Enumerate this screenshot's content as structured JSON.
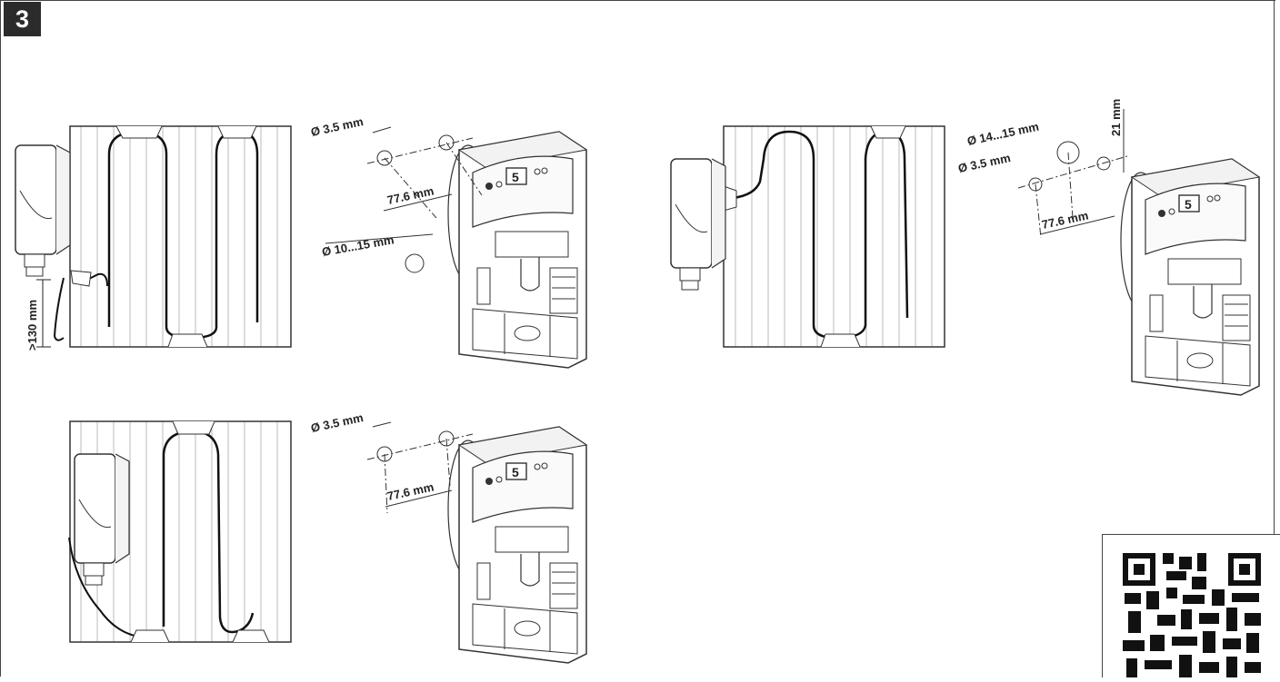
{
  "step": {
    "number": "3"
  },
  "dimensions": {
    "a_hole_small": "Ø 3.5 mm",
    "a_spacing": "77.6 mm",
    "a_hole_large": "Ø 10...15 mm",
    "a_cable_clearance": ">130 mm",
    "b_hole_large": "Ø 14...15 mm",
    "b_hole_small": "Ø 3.5 mm",
    "b_offset": "21 mm",
    "b_spacing": "77.6 mm",
    "c_hole_small": "Ø 3.5 mm",
    "c_spacing": "77.6 mm"
  },
  "icons": {
    "qr": "qr-code-icon",
    "wall": "wall-panel-icon",
    "device": "controller-device-icon"
  },
  "colors": {
    "line": "#222222",
    "badge": "#2b2b2b",
    "background": "#ffffff"
  }
}
